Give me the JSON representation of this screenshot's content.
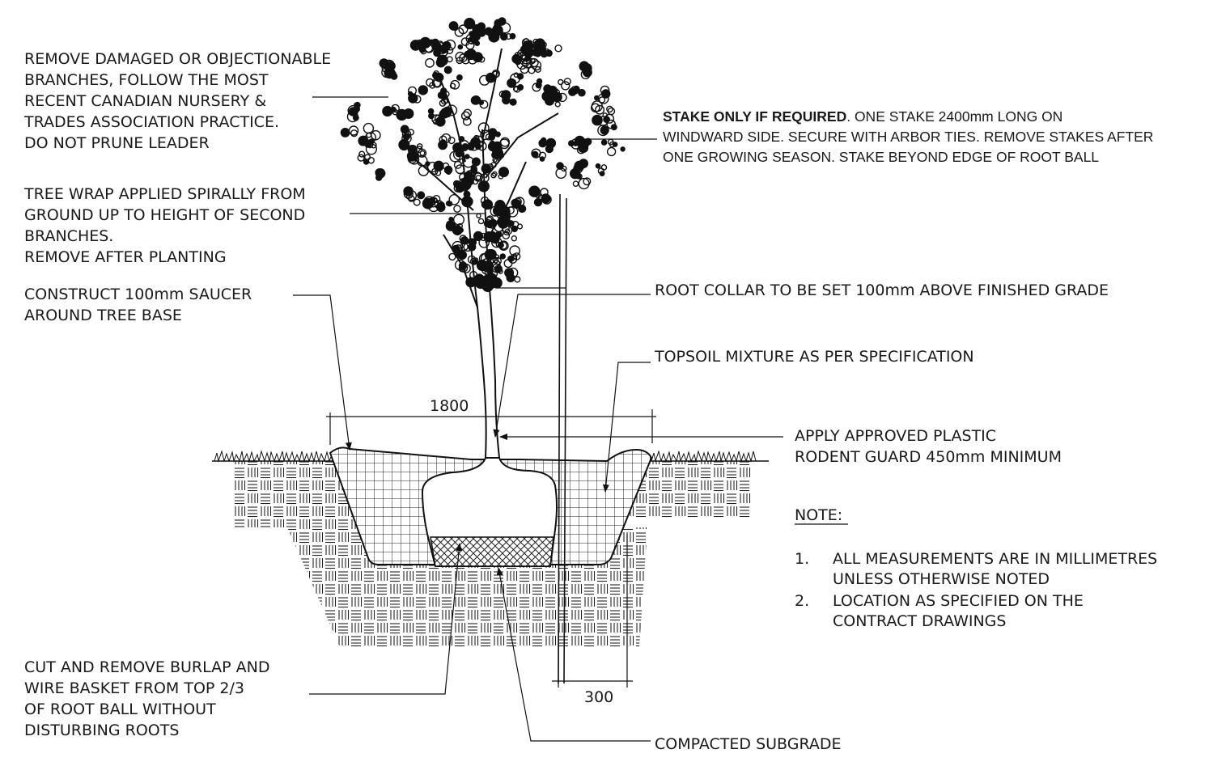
{
  "labels": {
    "prune": [
      "REMOVE DAMAGED OR OBJECTIONABLE",
      "BRANCHES, FOLLOW THE MOST",
      "RECENT CANADIAN NURSERY &",
      "TRADES ASSOCIATION PRACTICE.",
      "DO NOT PRUNE LEADER"
    ],
    "wrap": [
      "TREE WRAP APPLIED SPIRALLY FROM",
      "GROUND UP TO HEIGHT OF SECOND",
      "BRANCHES.",
      "REMOVE AFTER PLANTING"
    ],
    "saucer": [
      "CONSTRUCT 100mm SAUCER",
      "AROUND TREE BASE"
    ],
    "burlap": [
      "CUT AND REMOVE BURLAP AND",
      "WIRE BASKET FROM TOP 2/3",
      "OF ROOT BALL WITHOUT",
      "DISTURBING ROOTS"
    ],
    "stake_bold": "STAKE ONLY IF REQUIRED",
    "stake_rest_1": ". ONE STAKE 2400mm LONG ON",
    "stake_lines": [
      "WINDWARD SIDE. SECURE WITH ARBOR TIES. REMOVE STAKES AFTER",
      "ONE GROWING SEASON. STAKE BEYOND EDGE OF ROOT BALL"
    ],
    "root_collar": "ROOT COLLAR TO BE SET 100mm ABOVE FINISHED GRADE",
    "topsoil": "TOPSOIL MIXTURE AS PER SPECIFICATION",
    "rodent": [
      "APPLY APPROVED PLASTIC",
      "RODENT GUARD 450mm MINIMUM"
    ],
    "subgrade": "COMPACTED SUBGRADE"
  },
  "note": {
    "heading": "NOTE:",
    "items": [
      {
        "num": "1.",
        "lines": [
          "ALL MEASUREMENTS ARE IN MILLIMETRES",
          "UNLESS OTHERWISE NOTED"
        ]
      },
      {
        "num": "2.",
        "lines": [
          "LOCATION AS SPECIFIED ON THE",
          "CONTRACT DRAWINGS"
        ]
      }
    ]
  },
  "dimensions": {
    "pit_width": "1800",
    "stake_offset": "300"
  },
  "colors": {
    "ink": "#1a1a1a",
    "background": "#ffffff"
  }
}
